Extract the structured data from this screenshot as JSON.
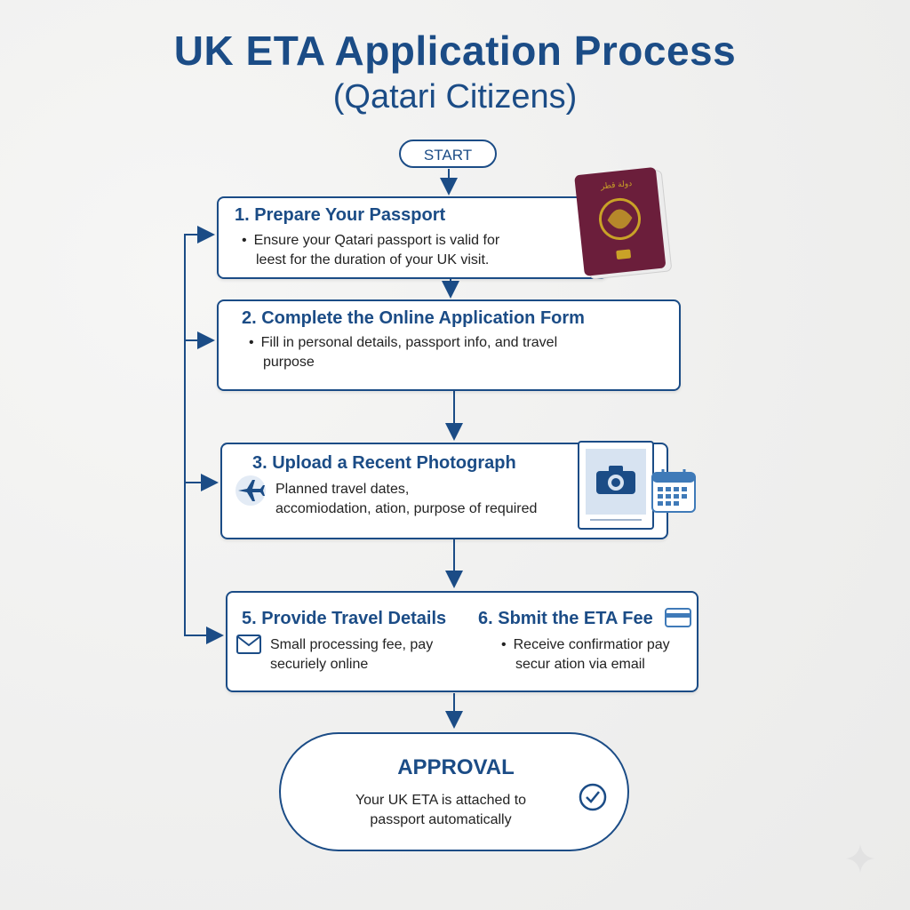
{
  "title": "UK ETA Application Process",
  "subtitle": "(Qatari Citizens)",
  "start_label": "START",
  "steps": [
    {
      "title": "1. Prepare Your Passport",
      "bullet": "•",
      "text_line1": "Ensure your Qatari passport is valid for",
      "text_line2": "leest for the duration of your UK visit."
    },
    {
      "title": "2. Complete the Online Application Form",
      "bullet": "•",
      "text_line1": "Fill in personal details, passport info, and travel",
      "text_line2": "purpose"
    },
    {
      "title": "3. Upload a Recent Photograph",
      "text_line1": "Planned travel dates,",
      "text_line2": "accomiodation, ation, purpose of required"
    },
    {
      "title": "5. Provide Travel Details",
      "text_line1": "Small processing fee, pay",
      "text_line2": "securiely online"
    },
    {
      "title": "6. Sbmit the ETA Fee",
      "bullet": "•",
      "text_line1": "Receive confirmatior pay",
      "text_line2": "secur ation via email"
    }
  ],
  "approval": {
    "title": "APPROVAL",
    "text_line1": "Your UK ETA is attached to",
    "text_line2": "passport automatically"
  },
  "icons": {
    "passport": "passport-icon",
    "airplane": "airplane-icon",
    "camera": "camera-icon",
    "calendar": "calendar-icon",
    "envelope": "envelope-icon",
    "credit_card": "credit-card-icon",
    "check": "check-circle-icon",
    "sparkle": "sparkle-icon"
  },
  "colors": {
    "primary": "#1b4c86",
    "passport": "#6b1e3b",
    "gold": "#c9a227"
  }
}
